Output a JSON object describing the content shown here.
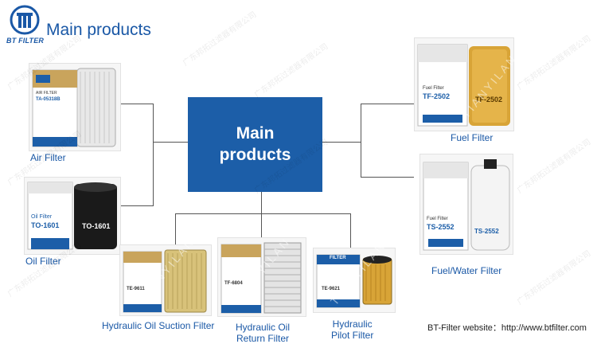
{
  "header": {
    "logo_text": "BT FILTER",
    "title": "Main products"
  },
  "center": {
    "line1": "Main",
    "line2": "products"
  },
  "products": {
    "air": {
      "label": "Air Filter",
      "box_text": "AIR FILTER",
      "box_model": "TA-05318B"
    },
    "oil": {
      "label": "Oil Filter",
      "box_text": "Oil Filter",
      "box_model": "TO-1601",
      "can_text": "TO-1601"
    },
    "hyd_suction": {
      "label": "Hydraulic Oil Suction Filter",
      "box_model": "TE-9611"
    },
    "hyd_return": {
      "label_line1": "Hydraulic Oil",
      "label_line2": "Return Filter",
      "box_model": "TF-6804"
    },
    "hyd_pilot": {
      "label_line1": "Hydraulic",
      "label_line2": "Pilot Filter",
      "box_text": "FILTER",
      "box_model": "TE-9621"
    },
    "fuel": {
      "label": "Fuel  Filter",
      "box_text": "Fuel Filter",
      "box_model": "TF-2502",
      "can_text": "TF-2502"
    },
    "fuel_water": {
      "label": "Fuel/Water  Filter",
      "box_text": "Fuel Filter",
      "box_model": "TS-2552",
      "can_text": "TS-2552"
    }
  },
  "footer": {
    "website": "BT-Filter website：http://www.btfilter.com"
  },
  "watermark": {
    "company": "广东邦拓过滤器有限公司",
    "brand": "TIANYILAN"
  },
  "colors": {
    "brand_blue": "#1a58a6",
    "box_blue": "#1c5ea8",
    "filter_gold": "#d8a437"
  }
}
